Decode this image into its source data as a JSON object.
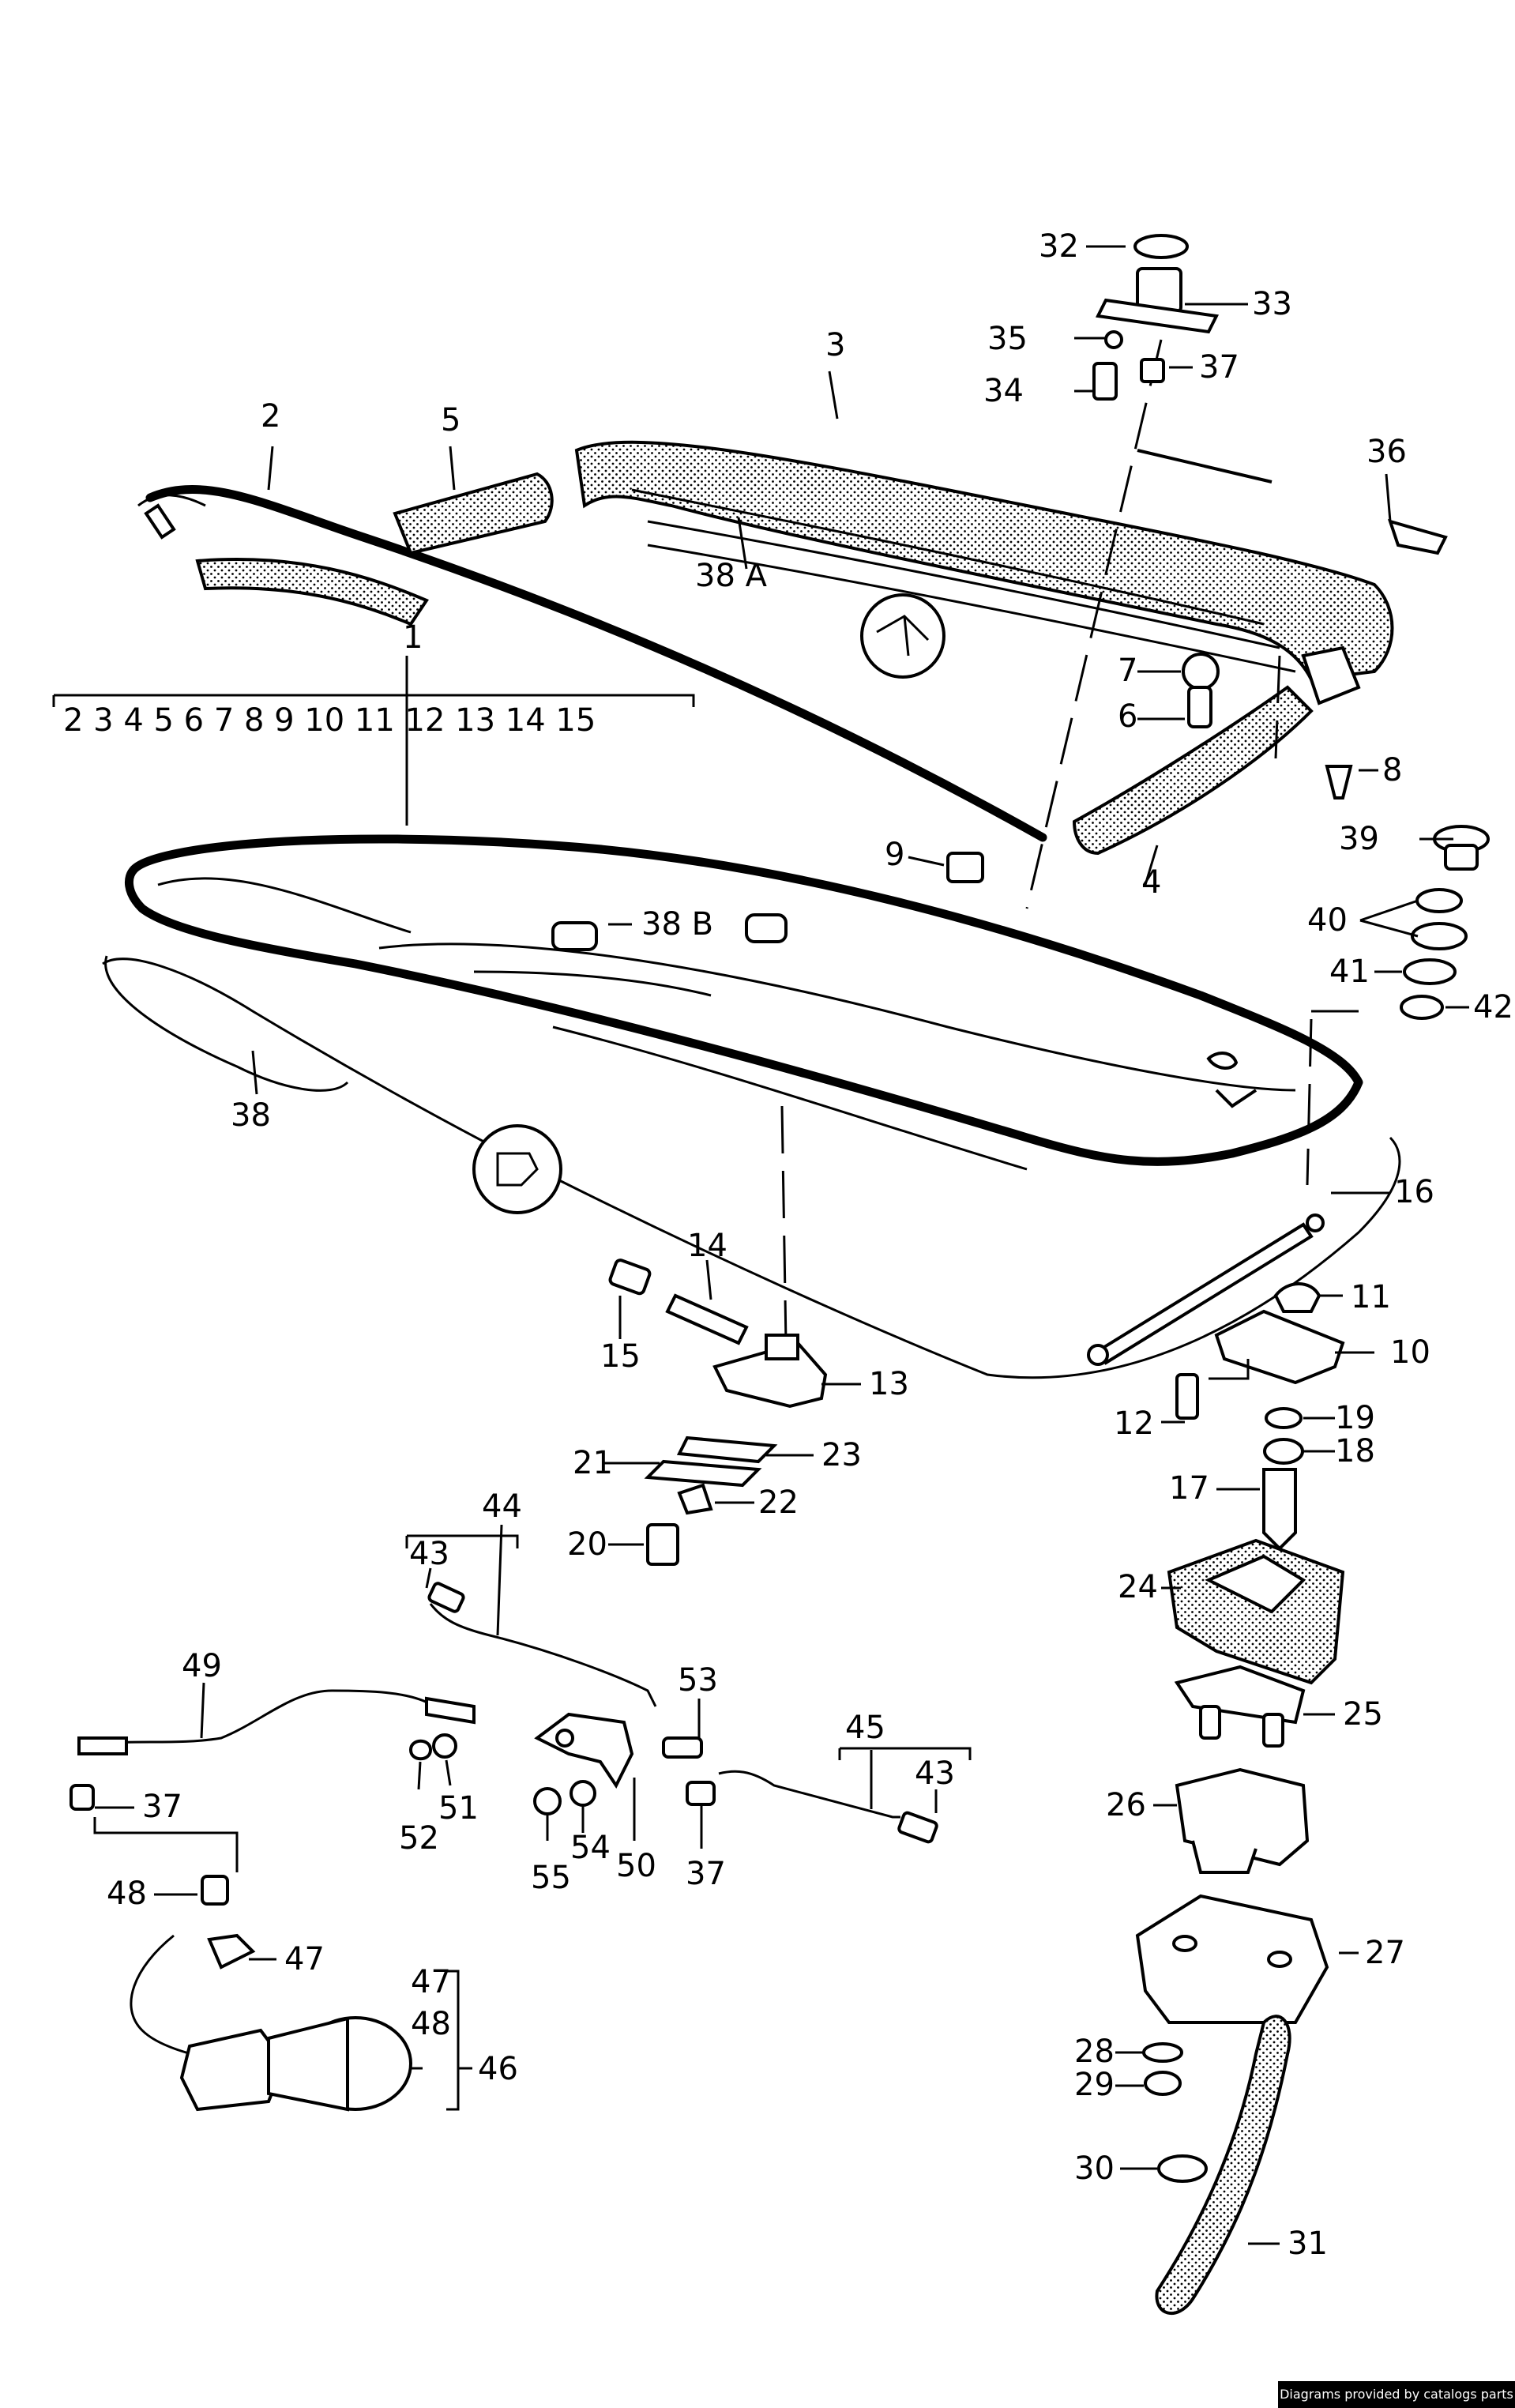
{
  "labels": {
    "l1": "1",
    "l1_range": "2 3 4 5 6 7 8 9 10 11 12 13 14 15",
    "l2": "2",
    "l3": "3",
    "l4": "4",
    "l5": "5",
    "l6": "6",
    "l7": "7",
    "l8": "8",
    "l9": "9",
    "l10": "10",
    "l11": "11",
    "l12": "12",
    "l13": "13",
    "l14": "14",
    "l15": "15",
    "l16": "16",
    "l17": "17",
    "l18": "18",
    "l19": "19",
    "l20": "20",
    "l21": "21",
    "l22": "22",
    "l23": "23",
    "l24": "24",
    "l25": "25",
    "l26": "26",
    "l27": "27",
    "l28": "28",
    "l29": "29",
    "l30": "30",
    "l31": "31",
    "l32": "32",
    "l33": "33",
    "l34": "34",
    "l35": "35",
    "l36": "36",
    "l37a": "37",
    "l37b": "37",
    "l37c": "37",
    "l38": "38",
    "l38a": "38 A",
    "l38b": "38 B",
    "l39": "39",
    "l40": "40",
    "l41": "41",
    "l42": "42",
    "l43a": "43",
    "l43b": "43",
    "l44": "44",
    "l45": "45",
    "l46": "46",
    "l47a": "47",
    "l47b": "47",
    "l48a": "48",
    "l48b": "48",
    "l49": "49",
    "l50": "50",
    "l51": "51",
    "l52": "52",
    "l53": "53",
    "l54": "54",
    "l55": "55"
  },
  "credit": "Diagrams provided by catalogs parts"
}
